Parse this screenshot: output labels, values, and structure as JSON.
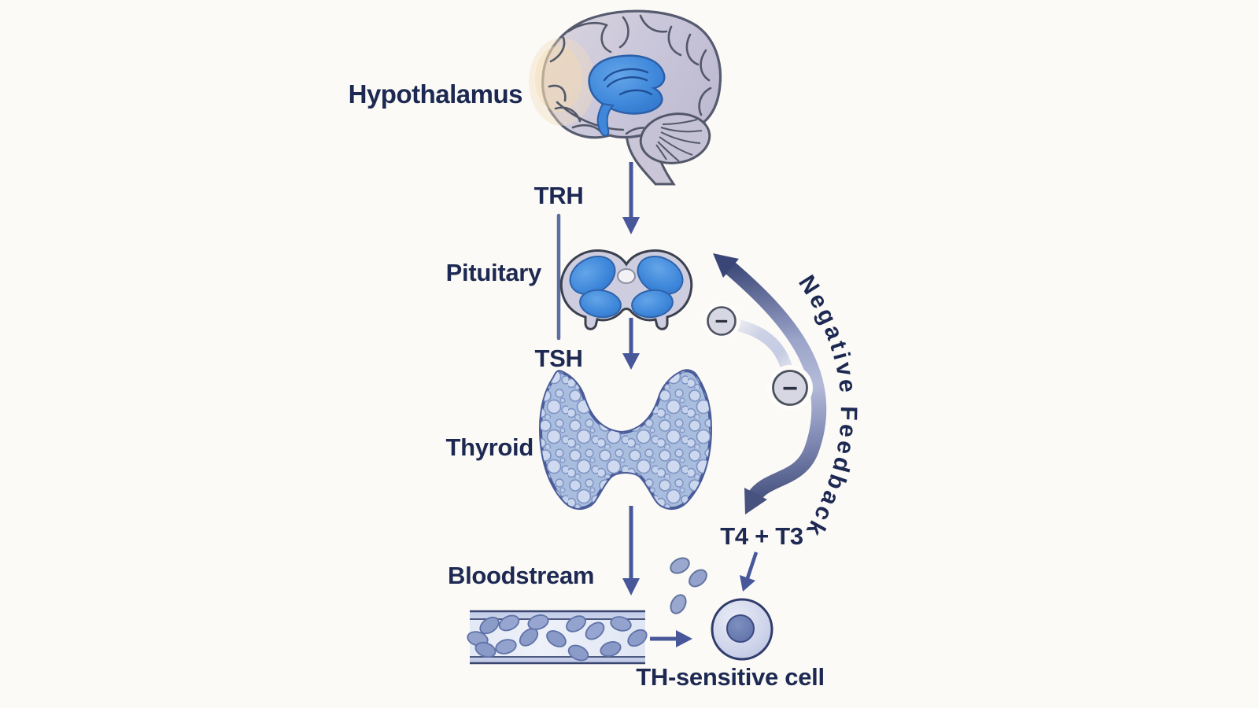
{
  "diagram": {
    "background": "#fbfaf6",
    "text_color": "#1d2952",
    "arrow_color": "#47579a",
    "labels": {
      "hypothalamus": "Hypothalamus",
      "trh": "TRH",
      "pituitary": "Pituitary",
      "tsh": "TSH",
      "thyroid": "Thyroid",
      "bloodstream": "Bloodstream",
      "t4_t3": "T4 + T3",
      "th_sensitive_cell": "TH-sensitive cell",
      "negative_feedback": "Negative Feedback"
    },
    "badges": {
      "minus_top": "−",
      "minus_bottom": "−"
    },
    "icons": {
      "brain": "brain-illustration",
      "pituitary_gland": "pituitary-gland-illustration",
      "thyroid_gland": "thyroid-gland-illustration",
      "blood_vessel": "blood-vessel-illustration",
      "target_cell": "th-sensitive-cell-illustration",
      "hormone_particles": "hormone-particles-illustration",
      "feedback_arrow": "negative-feedback-arrow-icon"
    },
    "colors": {
      "gland_blue": "#3e87da",
      "thyroid_fill": "#a9bede",
      "feedback_dark": "#3d4979",
      "feedback_light": "#b4bbd9"
    }
  }
}
